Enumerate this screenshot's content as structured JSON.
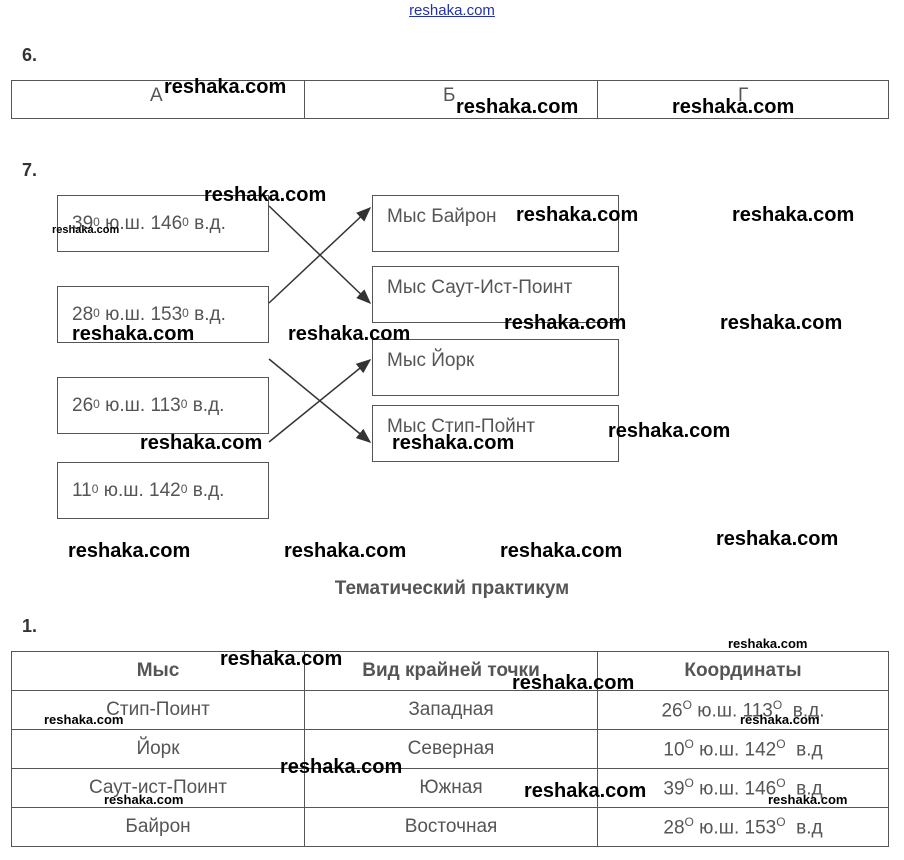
{
  "header": {
    "site_link": "reshaka.com"
  },
  "task6": {
    "number": "6.",
    "cells": [
      "А",
      "Б",
      "Г"
    ]
  },
  "task7": {
    "number": "7.",
    "left_boxes": [
      {
        "lat": "39",
        "lat_unit": "0",
        "lat_dir": " ю.ш. ",
        "lon": "146",
        "lon_unit": "0",
        "lon_dir": " в.д."
      },
      {
        "lat": "28",
        "lat_unit": "0",
        "lat_dir": " ю.ш. ",
        "lon": "153",
        "lon_unit": "0",
        "lon_dir": " в.д."
      },
      {
        "lat": "26",
        "lat_unit": "0",
        "lat_dir": " ю.ш. ",
        "lon": "113",
        "lon_unit": "0",
        "lon_dir": " в.д."
      },
      {
        "lat": "11",
        "lat_unit": "0",
        "lat_dir": " ю.ш. ",
        "lon": "142",
        "lon_unit": "0",
        "lon_dir": " в.д."
      }
    ],
    "right_boxes": [
      "Мыс Байрон",
      "Мыс Саут-Ист-Поинт",
      "Мыс Йорк",
      "Мыс Стип-Пойнт"
    ]
  },
  "section_title": "Тематический практикум",
  "task1": {
    "number": "1.",
    "headers": [
      "Мыс",
      "Вид крайней точки",
      "Координаты"
    ],
    "rows": [
      {
        "cape": "Стип-Поинт",
        "kind": "Западная",
        "lat": "26",
        "deg": "О",
        "lat_dir": " ю.ш. ",
        "lon": "113",
        "lon_dir": "  в.д."
      },
      {
        "cape": "Йорк",
        "kind": "Северная",
        "lat": "10",
        "deg": "О",
        "lat_dir": " ю.ш. ",
        "lon": "142",
        "lon_dir": "  в.д"
      },
      {
        "cape": "Саут-ист-Поинт",
        "kind": "Южная",
        "lat": "39",
        "deg": "О",
        "lat_dir": " ю.ш. ",
        "lon": "146",
        "lon_dir": "  в.д"
      },
      {
        "cape": "Байрон",
        "kind": "Восточная",
        "lat": "28",
        "deg": "О",
        "lat_dir": " ю.ш. ",
        "lon": "153",
        "lon_dir": "  в.д"
      }
    ]
  },
  "watermark": {
    "text": "reshaka.com"
  }
}
